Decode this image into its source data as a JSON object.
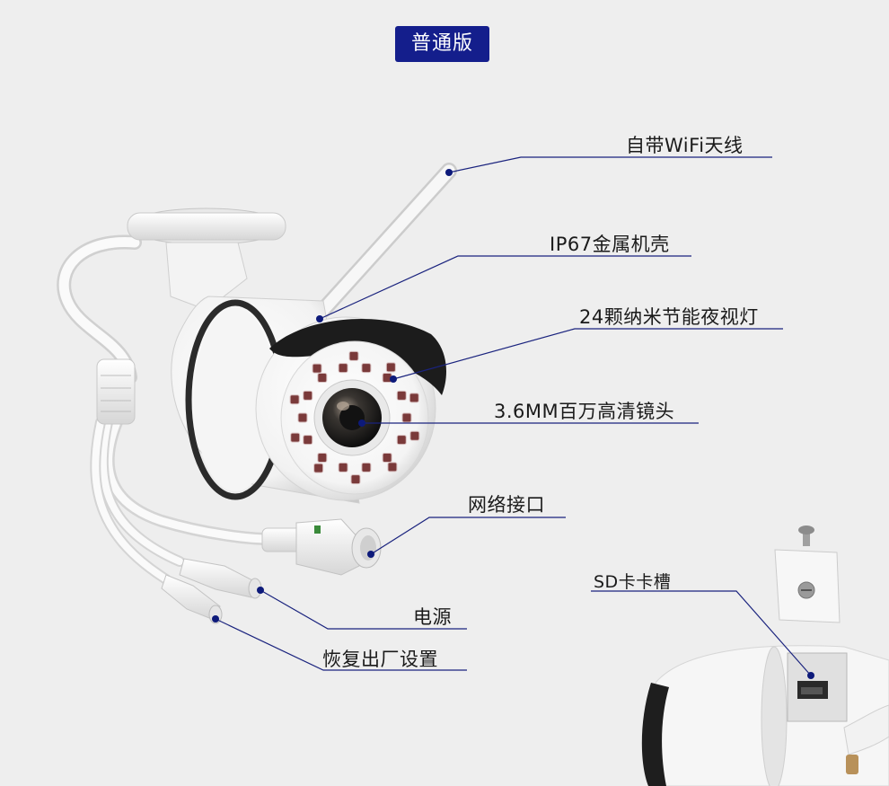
{
  "edition_badge": "普通版",
  "callouts": {
    "wifi_antenna": "自带WiFi天线",
    "metal_housing": "IP67金属机壳",
    "ir_leds": "24颗纳米节能夜视灯",
    "lens": "3.6MM百万高清镜头",
    "network_port": "网络接口",
    "power": "电源",
    "reset": "恢复出厂设置",
    "sd_slot": "SD卡卡槽"
  },
  "colors": {
    "accent": "#141e8c",
    "leader_line": "#1a237e",
    "background": "#eeeeee"
  }
}
